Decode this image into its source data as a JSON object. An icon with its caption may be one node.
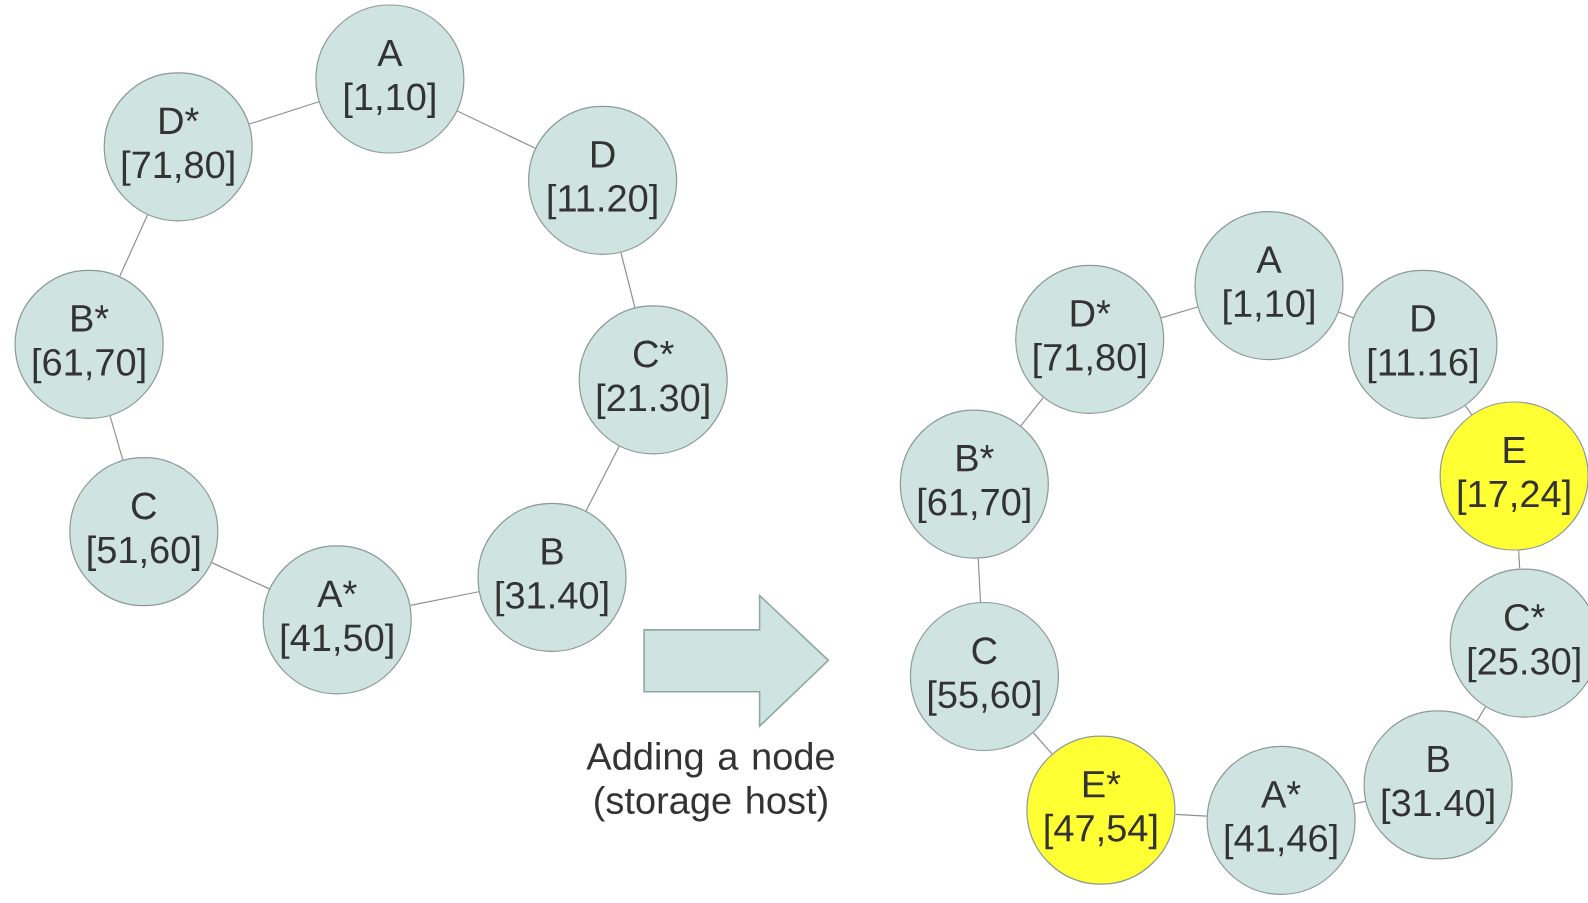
{
  "diagram": {
    "nodes": [
      {
        "text": [
          "A",
          "[1,10]"
        ]
      },
      {
        "text": [
          "D",
          "[11.20]"
        ]
      },
      {
        "text": [
          "C*",
          "[21.30]"
        ]
      },
      {
        "text": [
          "B",
          "[31.40]"
        ]
      },
      {
        "text": [
          "A*",
          "[41,50]"
        ]
      },
      {
        "text": [
          "C",
          "[51,60]"
        ]
      },
      {
        "text": [
          "B*",
          "[61,70]"
        ]
      },
      {
        "text": [
          "D*",
          "[71,80]"
        ]
      },
      {
        "text": [
          "A",
          "[1,10]"
        ]
      },
      {
        "text": [
          "D",
          "[11.16]"
        ]
      },
      {
        "text": [
          "E",
          "[17,24]"
        ]
      },
      {
        "text": [
          "C*",
          "[25.30]"
        ]
      },
      {
        "text": [
          "B",
          "[31.40]"
        ]
      },
      {
        "text": [
          "A*",
          "[41,46]"
        ]
      },
      {
        "text": [
          "E*",
          "[47,54]"
        ]
      },
      {
        "text": [
          "C",
          "[55,60]"
        ]
      },
      {
        "text": [
          "B*",
          "[61,70]"
        ]
      },
      {
        "text": [
          "D*",
          "[71,80]"
        ]
      }
    ],
    "edges": [
      {
        "from": 0,
        "to": 1,
        "arrow": "none"
      },
      {
        "from": 1,
        "to": 2,
        "arrow": "none"
      },
      {
        "from": 2,
        "to": 3,
        "arrow": "none"
      },
      {
        "from": 3,
        "to": 4,
        "arrow": "none"
      },
      {
        "from": 4,
        "to": 5,
        "arrow": "none"
      },
      {
        "from": 5,
        "to": 6,
        "arrow": "none"
      },
      {
        "from": 6,
        "to": 7,
        "arrow": "none"
      },
      {
        "from": 7,
        "to": 0,
        "arrow": "none"
      },
      {
        "from": 8,
        "to": 9,
        "arrow": "none"
      },
      {
        "from": 9,
        "to": 10,
        "arrow": "none"
      },
      {
        "from": 10,
        "to": 11,
        "arrow": "none"
      },
      {
        "from": 11,
        "to": 12,
        "arrow": "none"
      },
      {
        "from": 12,
        "to": 13,
        "arrow": "none"
      },
      {
        "from": 13,
        "to": 14,
        "arrow": "none"
      },
      {
        "from": 14,
        "to": 15,
        "arrow": "none"
      },
      {
        "from": 15,
        "to": 16,
        "arrow": "none"
      },
      {
        "from": 16,
        "to": 17,
        "arrow": "none"
      },
      {
        "from": 17,
        "to": 8,
        "arrow": "none"
      }
    ],
    "labels": [
      "Adding a node (storage host)"
    ]
  }
}
